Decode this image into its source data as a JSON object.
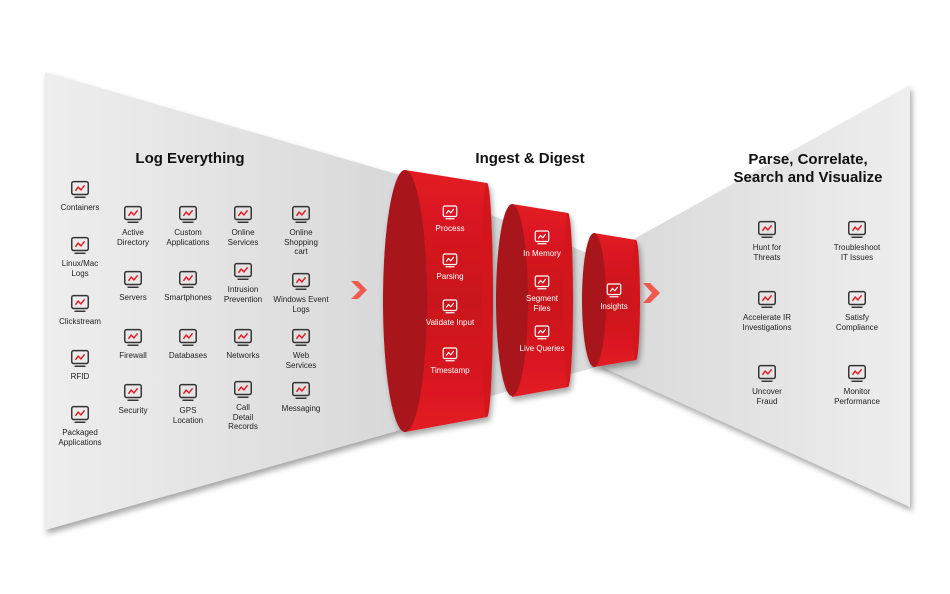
{
  "colors": {
    "accent": "#e31b23",
    "accent_dark": "#b0141b",
    "panel": "#e6e6e6",
    "text": "#222222"
  },
  "left": {
    "title": "Log Everything",
    "items": [
      {
        "label": "Containers",
        "icon": "server-rack-icon"
      },
      {
        "label": "Linux/Mac\nLogs",
        "icon": "laptop-user-icon"
      },
      {
        "label": "Clickstream",
        "icon": "laptop-chart-icon"
      },
      {
        "label": "RFID",
        "icon": "rfid-icon"
      },
      {
        "label": "Packaged\nApplications",
        "icon": "document-gear-icon"
      },
      {
        "label": "Active\nDirectory",
        "icon": "database-icon"
      },
      {
        "label": "Servers",
        "icon": "memory-icon"
      },
      {
        "label": "Firewall",
        "icon": "firewall-icon"
      },
      {
        "label": "Security",
        "icon": "shield-check-icon"
      },
      {
        "label": "Custom\nApplications",
        "icon": "code-window-icon"
      },
      {
        "label": "Smartphones",
        "icon": "smartphone-icon"
      },
      {
        "label": "Databases",
        "icon": "table-icon"
      },
      {
        "label": "GPS\nLocation",
        "icon": "antenna-icon"
      },
      {
        "label": "Online\nServices",
        "icon": "cloud-icon"
      },
      {
        "label": "Intrusion\nPrevention",
        "icon": "magnifier-icon"
      },
      {
        "label": "Networks",
        "icon": "network-icon"
      },
      {
        "label": "Call\nDetail\nRecords",
        "icon": "phone-record-icon"
      },
      {
        "label": "Online\nShopping\ncart",
        "icon": "cart-icon"
      },
      {
        "label": "Windows Event\nLogs",
        "icon": "laptop-icon"
      },
      {
        "label": "Web\nServices",
        "icon": "globe-icon"
      },
      {
        "label": "Messaging",
        "icon": "chat-icon"
      }
    ]
  },
  "middle": {
    "title": "Ingest & Digest",
    "stages": [
      [
        {
          "label": "Process",
          "icon": "process-icon"
        },
        {
          "label": "Parsing",
          "icon": "file-gear-icon"
        },
        {
          "label": "Validate Input",
          "icon": "file-check-icon"
        },
        {
          "label": "Timestamp",
          "icon": "file-clock-icon"
        }
      ],
      [
        {
          "label": "In Memory",
          "icon": "chip-icon"
        },
        {
          "label": "Segment\nFiles",
          "icon": "files-icon"
        },
        {
          "label": "Live Queries",
          "icon": "gears-icon"
        }
      ],
      [
        {
          "label": "Insights",
          "icon": "dashboard-icon"
        }
      ]
    ]
  },
  "right": {
    "title_line1": "Parse, Correlate,",
    "title_line2": "Search and Visualize",
    "items": [
      {
        "label": "Hunt for\nThreats",
        "icon": "bug-magnifier-icon"
      },
      {
        "label": "Troubleshoot\nIT Issues",
        "icon": "servers-icon"
      },
      {
        "label": "Accelerate IR\nInvestigations",
        "icon": "monitor-eye-icon"
      },
      {
        "label": "Satisfy\nCompliance",
        "icon": "clipboard-shield-icon"
      },
      {
        "label": "Uncover\nFraud",
        "icon": "document-search-icon"
      },
      {
        "label": "Monitor\nPerformance",
        "icon": "monitor-pulse-icon"
      }
    ]
  }
}
